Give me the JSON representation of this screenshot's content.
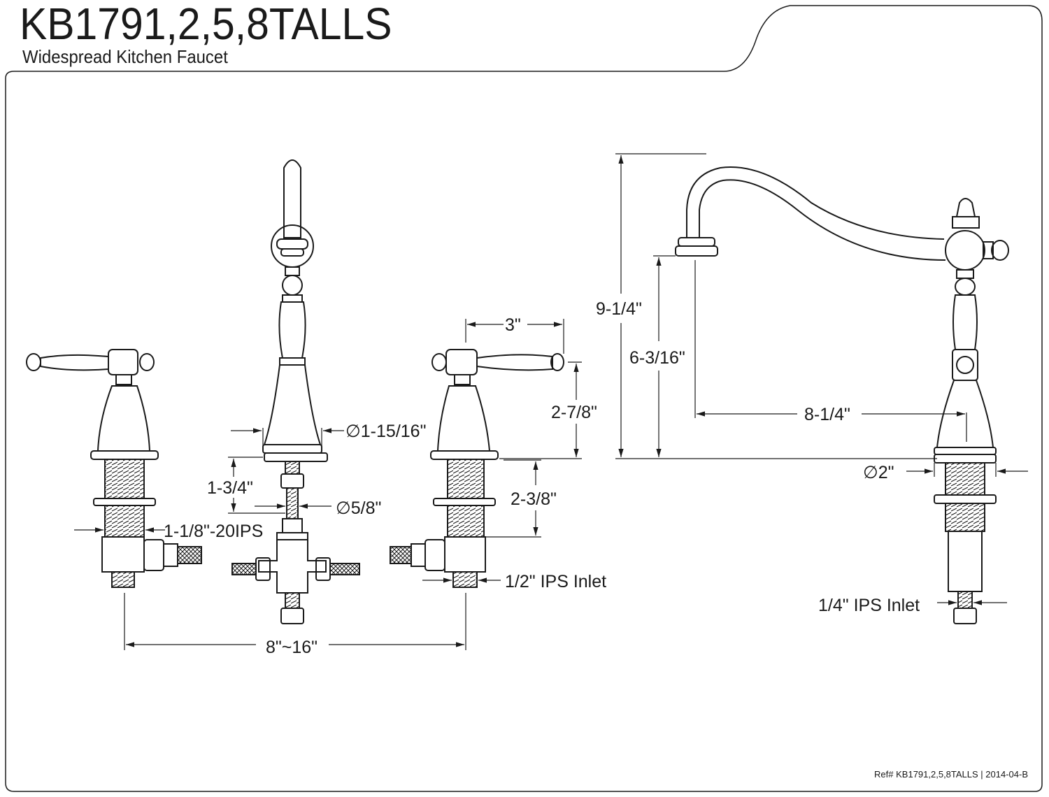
{
  "header": {
    "title": "KB1791,2,5,8TALLS",
    "subtitle": "Widespread Kitchen Faucet"
  },
  "footer": {
    "ref": "Ref# KB1791,2,5,8TALLS | 2014-04-B"
  },
  "dimensions": {
    "handle_width": "3\"",
    "handle_height": "2-7/8\"",
    "spout_base_diameter": "∅1-15/16\"",
    "shank_length_spout": "1-3/4\"",
    "stem_diameter": "∅5/8\"",
    "shank_thread": "1-1/8\"-20IPS",
    "shank_length_handle": "2-3/8\"",
    "inlet_handle": "1/2\" IPS Inlet",
    "spread": "8\"~16\"",
    "overall_height": "9-1/4\"",
    "spout_clearance": "6-3/16\"",
    "spout_reach": "8-1/4\"",
    "side_base_diameter": "∅2\"",
    "inlet_spout": "1/4\" IPS Inlet"
  }
}
